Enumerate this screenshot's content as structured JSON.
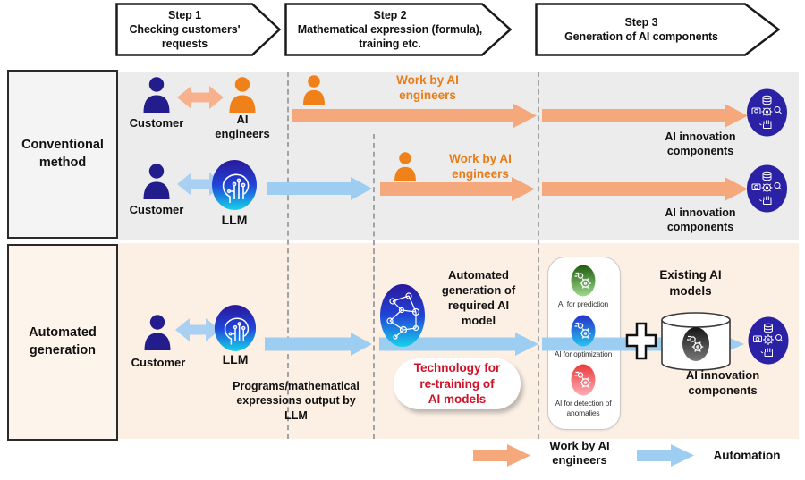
{
  "colors": {
    "work-arrow": "#f6a87d",
    "work-arrow-dbl": "#f8b18c",
    "automation-arrow": "#9ecdf2",
    "automation-arrow-dbl": "#a9cff2",
    "engineer-orange": "#f08119",
    "customer-navy": "#221c8d",
    "work-text-orange": "#e97c17",
    "highlight-red": "#cf1126",
    "components-purple": "#2b21a5",
    "conventional-band": "#ececec",
    "automated-band": "#fcefe4"
  },
  "steps": [
    {
      "title": "Step 1",
      "desc": "Checking customers'\nrequests"
    },
    {
      "title": "Step 2",
      "desc": "Mathematical expression (formula),\ntraining etc."
    },
    {
      "title": "Step 3",
      "desc": "Generation of AI components"
    }
  ],
  "conventional": {
    "label": "Conventional\nmethod",
    "row_engineer": {
      "customer_label": "Customer",
      "partner_label": "AI\nengineers",
      "work_label": "Work by AI\nengineers",
      "output_label": "AI innovation\ncomponents"
    },
    "row_llm": {
      "customer_label": "Customer",
      "partner_label": "LLM",
      "work_label": "Work by AI\nengineers",
      "output_label": "AI innovation\ncomponents"
    }
  },
  "automated": {
    "label": "Automated\ngeneration",
    "customer_label": "Customer",
    "llm_label": "LLM",
    "programs_note": "Programs/mathematical\nexpressions output by\nLLM",
    "autogen_label": "Automated\ngeneration of\nrequired AI\nmodel",
    "retraining_label": "Technology for\nre-training of\nAI models",
    "model_labels": [
      "AI for prediction",
      "AI for optimization",
      "AI for detection of\nanomalies"
    ],
    "existing_label": "Existing AI\nmodels",
    "output_label": "AI innovation\ncomponents"
  },
  "legend": {
    "work_label": "Work by AI\nengineers",
    "automation_label": "Automation"
  }
}
